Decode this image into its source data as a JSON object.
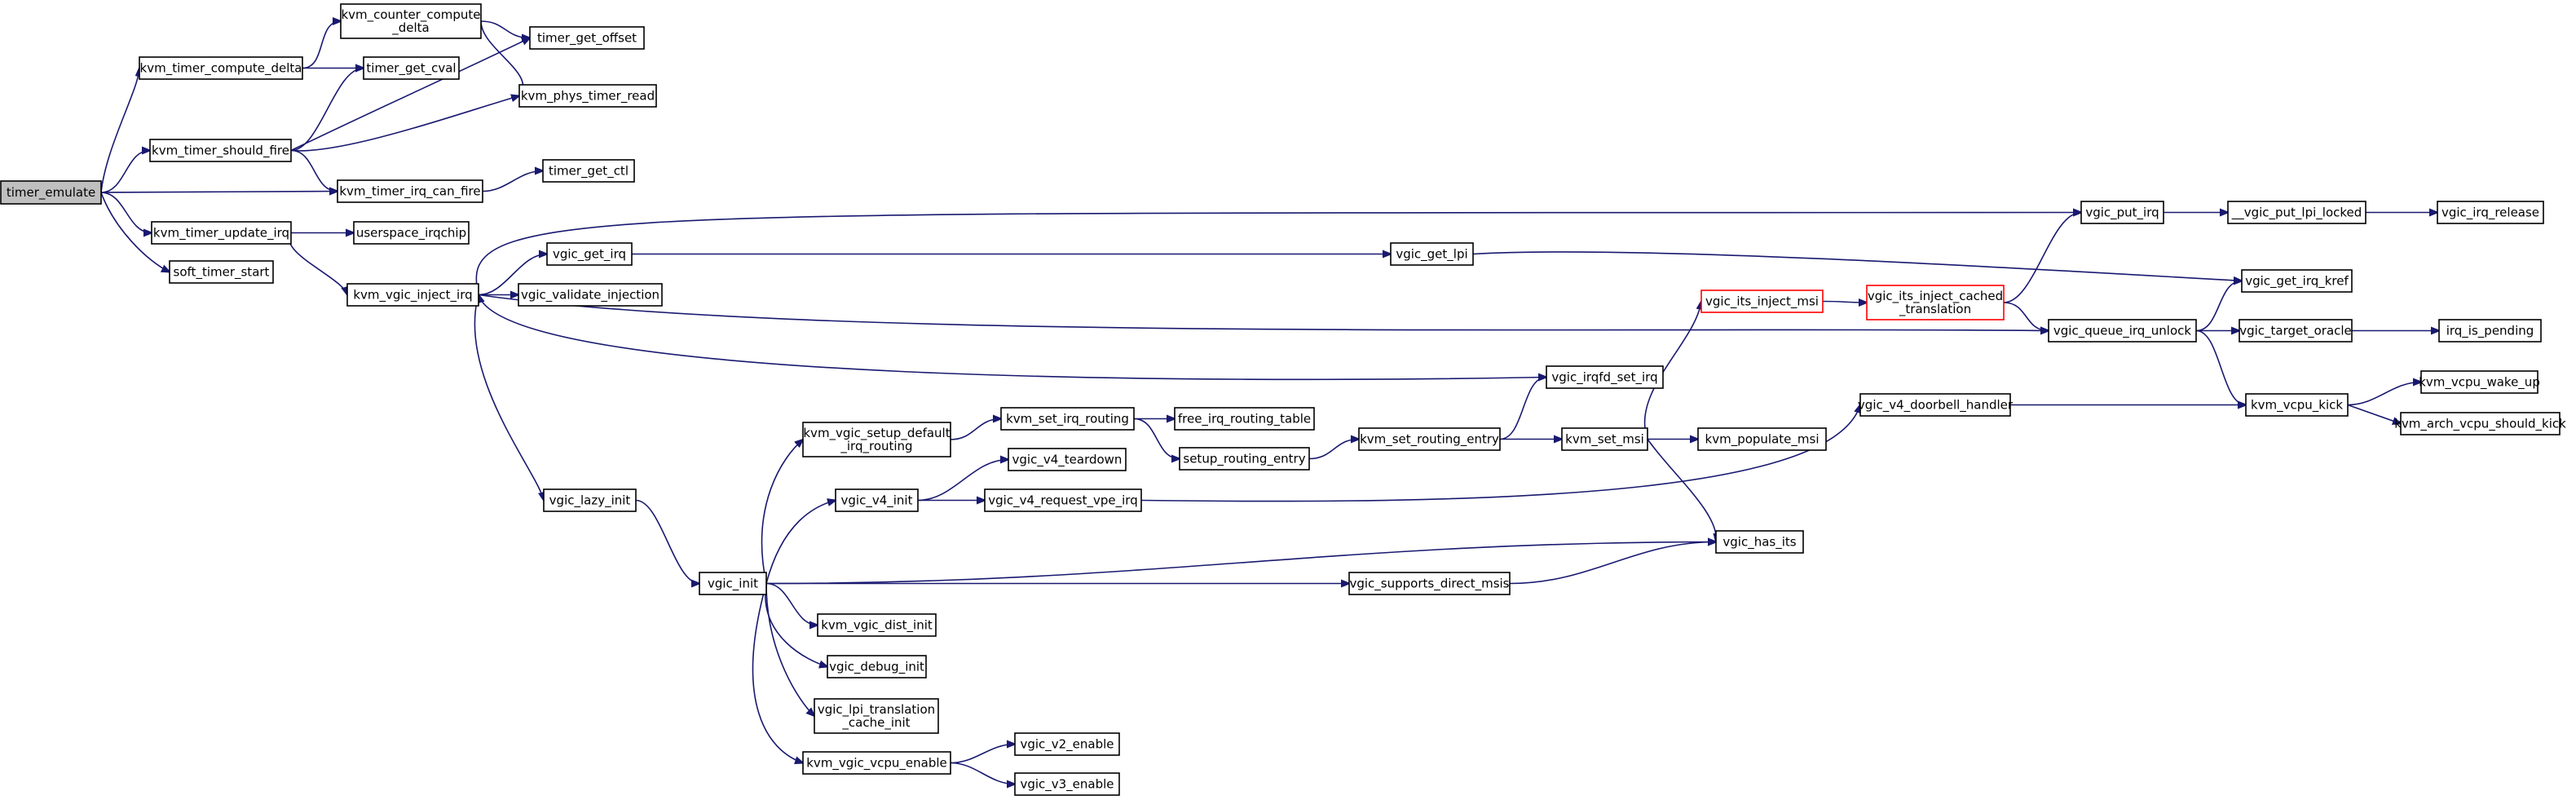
{
  "colors": {
    "edge": "#191970",
    "node_border": "#000000",
    "root_fill": "#bfbfbf",
    "highlight_border": "#ff0000"
  },
  "nodes": {
    "timer_emulate": {
      "lines": [
        "timer_emulate"
      ],
      "style": "root"
    },
    "kvm_counter_compute_delta": {
      "lines": [
        "kvm_counter_compute",
        "_delta"
      ]
    },
    "kvm_timer_compute_delta": {
      "lines": [
        "kvm_timer_compute_delta"
      ]
    },
    "timer_get_offset": {
      "lines": [
        "timer_get_offset"
      ]
    },
    "timer_get_cval": {
      "lines": [
        "timer_get_cval"
      ]
    },
    "kvm_phys_timer_read": {
      "lines": [
        "kvm_phys_timer_read"
      ]
    },
    "kvm_timer_should_fire": {
      "lines": [
        "kvm_timer_should_fire"
      ]
    },
    "kvm_timer_irq_can_fire": {
      "lines": [
        "kvm_timer_irq_can_fire"
      ]
    },
    "timer_get_ctl": {
      "lines": [
        "timer_get_ctl"
      ]
    },
    "kvm_timer_update_irq": {
      "lines": [
        "kvm_timer_update_irq"
      ]
    },
    "userspace_irqchip": {
      "lines": [
        "userspace_irqchip"
      ]
    },
    "soft_timer_start": {
      "lines": [
        "soft_timer_start"
      ]
    },
    "kvm_vgic_inject_irq": {
      "lines": [
        "kvm_vgic_inject_irq"
      ]
    },
    "vgic_get_irq": {
      "lines": [
        "vgic_get_irq"
      ]
    },
    "vgic_validate_injection": {
      "lines": [
        "vgic_validate_injection"
      ]
    },
    "vgic_get_lpi": {
      "lines": [
        "vgic_get_lpi"
      ]
    },
    "vgic_put_irq": {
      "lines": [
        "vgic_put_irq"
      ]
    },
    "__vgic_put_lpi_locked": {
      "lines": [
        "__vgic_put_lpi_locked"
      ]
    },
    "vgic_irq_release": {
      "lines": [
        "vgic_irq_release"
      ]
    },
    "vgic_get_irq_kref": {
      "lines": [
        "vgic_get_irq_kref"
      ]
    },
    "vgic_its_inject_msi": {
      "lines": [
        "vgic_its_inject_msi"
      ],
      "style": "red"
    },
    "vgic_its_inject_cached_translation": {
      "lines": [
        "vgic_its_inject_cached",
        "_translation"
      ],
      "style": "red"
    },
    "vgic_queue_irq_unlock": {
      "lines": [
        "vgic_queue_irq_unlock"
      ]
    },
    "vgic_target_oracle": {
      "lines": [
        "vgic_target_oracle"
      ]
    },
    "irq_is_pending": {
      "lines": [
        "irq_is_pending"
      ]
    },
    "vgic_irqfd_set_irq": {
      "lines": [
        "vgic_irqfd_set_irq"
      ]
    },
    "kvm_vgic_setup_default_irq_routing": {
      "lines": [
        "kvm_vgic_setup_default",
        "_irq_routing"
      ]
    },
    "kvm_set_irq_routing": {
      "lines": [
        "kvm_set_irq_routing"
      ]
    },
    "free_irq_routing_table": {
      "lines": [
        "free_irq_routing_table"
      ]
    },
    "setup_routing_entry": {
      "lines": [
        "setup_routing_entry"
      ]
    },
    "kvm_set_routing_entry": {
      "lines": [
        "kvm_set_routing_entry"
      ]
    },
    "kvm_set_msi": {
      "lines": [
        "kvm_set_msi"
      ]
    },
    "kvm_populate_msi": {
      "lines": [
        "kvm_populate_msi"
      ]
    },
    "vgic_v4_doorbell_handler": {
      "lines": [
        "vgic_v4_doorbell_handler"
      ]
    },
    "kvm_vcpu_kick": {
      "lines": [
        "kvm_vcpu_kick"
      ]
    },
    "kvm_vcpu_wake_up": {
      "lines": [
        "kvm_vcpu_wake_up"
      ]
    },
    "kvm_arch_vcpu_should_kick": {
      "lines": [
        "kvm_arch_vcpu_should_kick"
      ]
    },
    "vgic_v4_teardown": {
      "lines": [
        "vgic_v4_teardown"
      ]
    },
    "vgic_v4_init": {
      "lines": [
        "vgic_v4_init"
      ]
    },
    "vgic_v4_request_vpe_irq": {
      "lines": [
        "vgic_v4_request_vpe_irq"
      ]
    },
    "vgic_lazy_init": {
      "lines": [
        "vgic_lazy_init"
      ]
    },
    "vgic_has_its": {
      "lines": [
        "vgic_has_its"
      ]
    },
    "vgic_init": {
      "lines": [
        "vgic_init"
      ]
    },
    "vgic_supports_direct_msis": {
      "lines": [
        "vgic_supports_direct_msis"
      ]
    },
    "kvm_vgic_dist_init": {
      "lines": [
        "kvm_vgic_dist_init"
      ]
    },
    "vgic_debug_init": {
      "lines": [
        "vgic_debug_init"
      ]
    },
    "vgic_lpi_translation_cache_init": {
      "lines": [
        "vgic_lpi_translation",
        "_cache_init"
      ]
    },
    "kvm_vgic_vcpu_enable": {
      "lines": [
        "kvm_vgic_vcpu_enable"
      ]
    },
    "vgic_v2_enable": {
      "lines": [
        "vgic_v2_enable"
      ]
    },
    "vgic_v3_enable": {
      "lines": [
        "vgic_v3_enable"
      ]
    }
  },
  "edges": [
    [
      "timer_emulate",
      "kvm_timer_compute_delta"
    ],
    [
      "timer_emulate",
      "kvm_timer_should_fire"
    ],
    [
      "timer_emulate",
      "kvm_timer_irq_can_fire"
    ],
    [
      "timer_emulate",
      "kvm_timer_update_irq"
    ],
    [
      "timer_emulate",
      "soft_timer_start"
    ],
    [
      "kvm_timer_compute_delta",
      "kvm_counter_compute_delta"
    ],
    [
      "kvm_timer_compute_delta",
      "timer_get_cval"
    ],
    [
      "kvm_counter_compute_delta",
      "timer_get_offset"
    ],
    [
      "kvm_counter_compute_delta",
      "kvm_phys_timer_read"
    ],
    [
      "kvm_timer_should_fire",
      "timer_get_cval"
    ],
    [
      "kvm_timer_should_fire",
      "timer_get_offset"
    ],
    [
      "kvm_timer_should_fire",
      "kvm_phys_timer_read"
    ],
    [
      "kvm_timer_should_fire",
      "kvm_timer_irq_can_fire"
    ],
    [
      "kvm_timer_irq_can_fire",
      "timer_get_ctl"
    ],
    [
      "kvm_timer_update_irq",
      "userspace_irqchip"
    ],
    [
      "kvm_timer_update_irq",
      "kvm_vgic_inject_irq"
    ],
    [
      "kvm_vgic_inject_irq",
      "vgic_put_irq"
    ],
    [
      "kvm_vgic_inject_irq",
      "vgic_get_irq"
    ],
    [
      "kvm_vgic_inject_irq",
      "vgic_validate_injection"
    ],
    [
      "kvm_vgic_inject_irq",
      "vgic_queue_irq_unlock"
    ],
    [
      "kvm_vgic_inject_irq",
      "vgic_lazy_init"
    ],
    [
      "vgic_get_irq",
      "vgic_get_lpi"
    ],
    [
      "vgic_get_lpi",
      "vgic_get_irq_kref"
    ],
    [
      "vgic_put_irq",
      "__vgic_put_lpi_locked"
    ],
    [
      "__vgic_put_lpi_locked",
      "vgic_irq_release"
    ],
    [
      "vgic_its_inject_msi",
      "vgic_its_inject_cached_translation"
    ],
    [
      "vgic_its_inject_cached_translation",
      "vgic_put_irq"
    ],
    [
      "vgic_its_inject_cached_translation",
      "vgic_queue_irq_unlock"
    ],
    [
      "vgic_queue_irq_unlock",
      "vgic_get_irq_kref"
    ],
    [
      "vgic_queue_irq_unlock",
      "vgic_target_oracle"
    ],
    [
      "vgic_queue_irq_unlock",
      "kvm_vcpu_kick"
    ],
    [
      "vgic_target_oracle",
      "irq_is_pending"
    ],
    [
      "vgic_irqfd_set_irq",
      "kvm_vgic_inject_irq"
    ],
    [
      "kvm_set_routing_entry",
      "vgic_irqfd_set_irq"
    ],
    [
      "kvm_set_routing_entry",
      "kvm_set_msi"
    ],
    [
      "kvm_set_msi",
      "vgic_its_inject_msi"
    ],
    [
      "kvm_set_msi",
      "kvm_populate_msi"
    ],
    [
      "kvm_set_msi",
      "vgic_has_its"
    ],
    [
      "kvm_vgic_setup_default_irq_routing",
      "kvm_set_irq_routing"
    ],
    [
      "kvm_set_irq_routing",
      "free_irq_routing_table"
    ],
    [
      "kvm_set_irq_routing",
      "setup_routing_entry"
    ],
    [
      "setup_routing_entry",
      "kvm_set_routing_entry"
    ],
    [
      "vgic_v4_doorbell_handler",
      "kvm_vcpu_kick"
    ],
    [
      "kvm_vcpu_kick",
      "kvm_vcpu_wake_up"
    ],
    [
      "kvm_vcpu_kick",
      "kvm_arch_vcpu_should_kick"
    ],
    [
      "vgic_v4_init",
      "vgic_v4_teardown"
    ],
    [
      "vgic_v4_init",
      "vgic_v4_request_vpe_irq"
    ],
    [
      "vgic_v4_request_vpe_irq",
      "vgic_v4_doorbell_handler"
    ],
    [
      "vgic_lazy_init",
      "vgic_init"
    ],
    [
      "vgic_init",
      "kvm_vgic_setup_default_irq_routing"
    ],
    [
      "vgic_init",
      "vgic_v4_init"
    ],
    [
      "vgic_init",
      "vgic_has_its"
    ],
    [
      "vgic_init",
      "vgic_supports_direct_msis"
    ],
    [
      "vgic_init",
      "kvm_vgic_dist_init"
    ],
    [
      "vgic_init",
      "vgic_debug_init"
    ],
    [
      "vgic_init",
      "vgic_lpi_translation_cache_init"
    ],
    [
      "vgic_init",
      "kvm_vgic_vcpu_enable"
    ],
    [
      "vgic_supports_direct_msis",
      "vgic_has_its"
    ],
    [
      "kvm_vgic_vcpu_enable",
      "vgic_v2_enable"
    ],
    [
      "kvm_vgic_vcpu_enable",
      "vgic_v3_enable"
    ]
  ]
}
